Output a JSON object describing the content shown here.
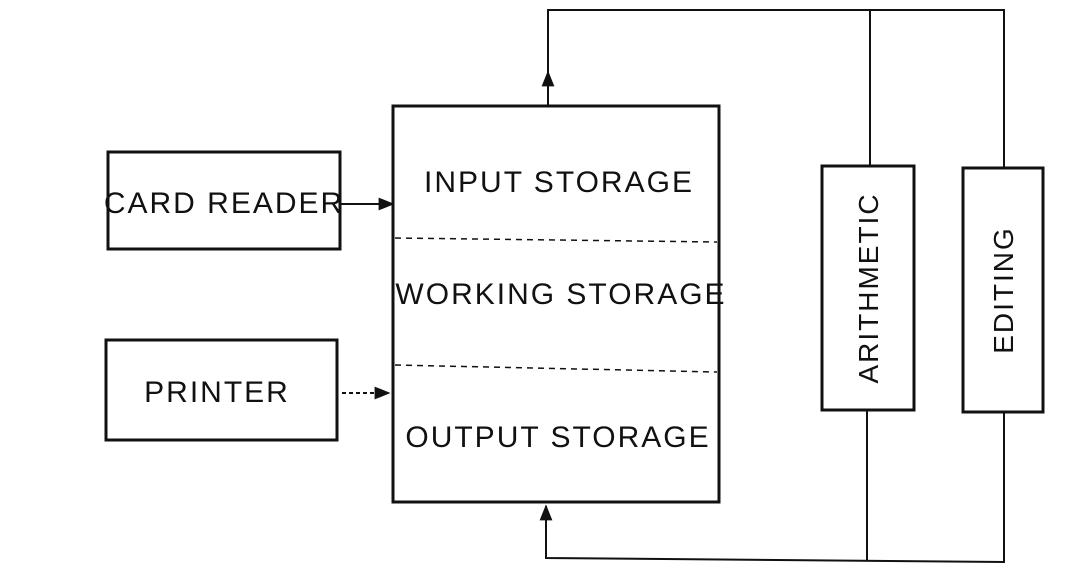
{
  "diagram": {
    "card_reader": "CARD READER",
    "printer": "PRINTER",
    "input_storage": "INPUT STORAGE",
    "working_storage": "WORKING STORAGE",
    "output_storage": "OUTPUT STORAGE",
    "arithmetic": "ARITHMETIC",
    "editing": "EDITING"
  }
}
